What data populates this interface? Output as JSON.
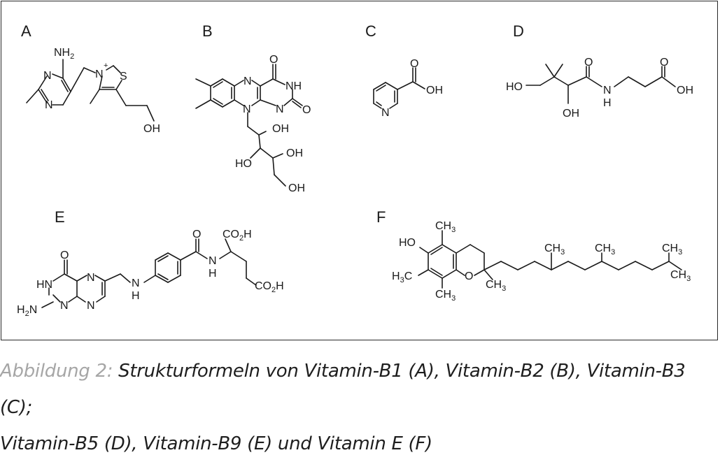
{
  "figure": {
    "panels": [
      {
        "letter": "A",
        "atoms": {
          "nh2": "NH",
          "nh2_sub": "2",
          "n_plus": "N",
          "plus": "+",
          "s": "S",
          "n1": "N",
          "n2": "N",
          "oh": "OH"
        }
      },
      {
        "letter": "B",
        "atoms": {
          "o_top": "O",
          "n_top": "N",
          "nh": "NH",
          "n_bot": "N",
          "n_mid": "N",
          "o_right": "O",
          "oh1": "OH",
          "ho": "HO",
          "oh2": "OH",
          "oh3": "OH"
        }
      },
      {
        "letter": "C",
        "atoms": {
          "o": "O",
          "oh": "OH",
          "n": "N"
        }
      },
      {
        "letter": "D",
        "atoms": {
          "ho": "HO",
          "o1": "O",
          "n": "N",
          "h": "H",
          "oh_bottom": "OH",
          "o2": "O",
          "oh_right": "OH"
        }
      },
      {
        "letter": "E",
        "atoms": {
          "o": "O",
          "hn": "HN",
          "n1": "N",
          "n2": "N",
          "n3": "N",
          "h2n": "H",
          "h2n_sub": "2",
          "h2n_n": "N",
          "nh_n": "N",
          "nh_h": "H",
          "o2": "O",
          "n_amide": "N",
          "h_amide": "H",
          "co2h_top": "CO",
          "co2h_top_sub": "2",
          "co2h_top_h": "H",
          "co2h_bot": "CO",
          "co2h_bot_sub": "2",
          "co2h_bot_h": "H"
        }
      },
      {
        "letter": "F",
        "atoms": {
          "ho": "HO",
          "ch3_top": "CH",
          "ch3_top_sub": "3",
          "h3c": "H",
          "h3c_sub": "3",
          "h3c_c": "C",
          "ch3_bottom": "CH",
          "ch3_bottom_sub": "3",
          "o": "O",
          "ch3_c2": "CH",
          "ch3_c2_sub": "3",
          "ch3_a": "CH",
          "ch3_a_sub": "3",
          "ch3_b": "CH",
          "ch3_b_sub": "3",
          "ch3_end1": "CH",
          "ch3_end1_sub": "3",
          "ch3_end2": "CH",
          "ch3_end2_sub": "3"
        }
      }
    ]
  },
  "caption": {
    "label": "Abbildung 2:",
    "line1": "Strukturformeln von Vitamin-B1 (A), Vitamin-B2 (B), Vitamin-B3 (C);",
    "line2": "Vitamin-B5 (D), Vitamin-B9 (E) und Vitamin E (F)"
  }
}
